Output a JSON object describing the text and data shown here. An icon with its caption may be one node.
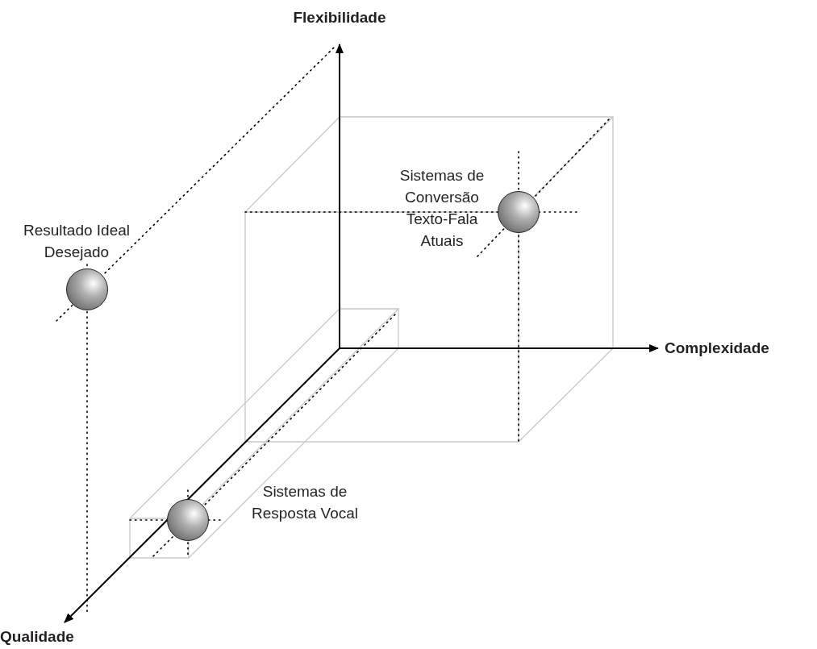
{
  "diagram": {
    "nodes": [
      {
        "text": [],
        "shape": "circle",
        "beside": [
          "Resultado Ideal Desejado"
        ]
      },
      {
        "text": [],
        "shape": "circle",
        "beside": [
          "Sistemas de Conversão Texto-Fala Atuais"
        ]
      },
      {
        "text": [],
        "shape": "circle",
        "beside": [
          "Sistemas de Resposta Vocal"
        ]
      }
    ],
    "labels": [
      "Flexibilidade",
      "Complexidade",
      "Qualidade"
    ]
  }
}
